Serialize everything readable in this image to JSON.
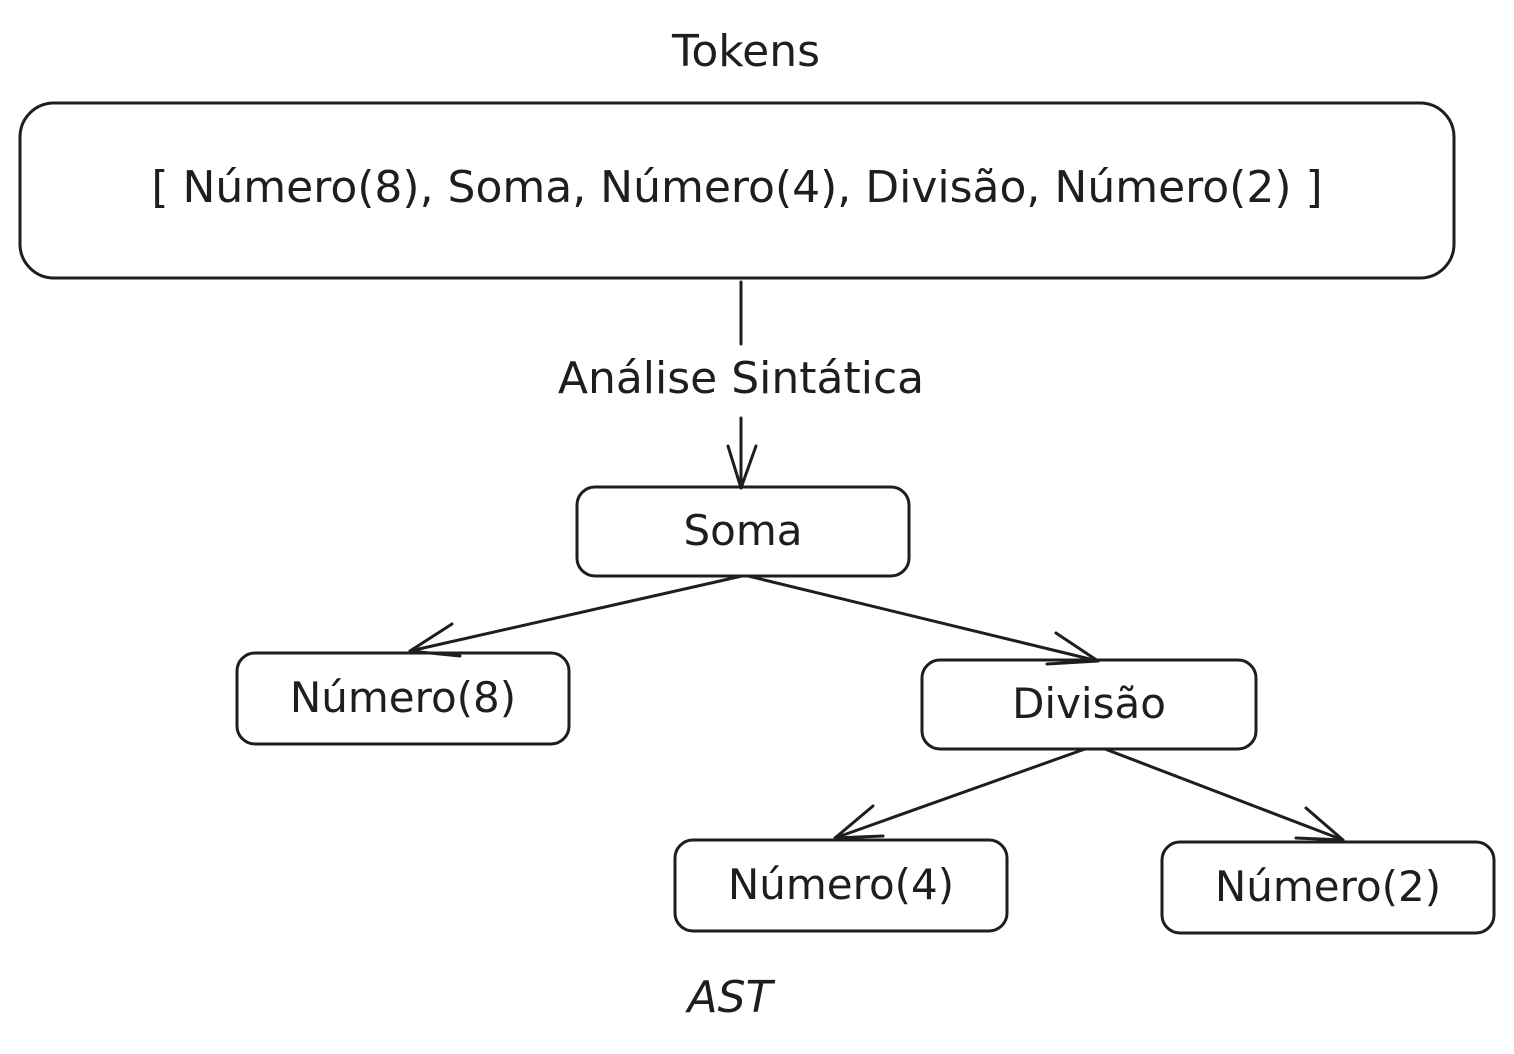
{
  "labels": {
    "tokens_title": "Tokens",
    "analysis_step": "Análise Sintática",
    "ast_caption": "AST"
  },
  "tokens_list": "[ Número(8), Soma, Número(4), Divisão, Número(2) ]",
  "tree": {
    "root": "Soma",
    "left_leaf": "Número(8)",
    "right_child": "Divisão",
    "right_left_leaf": "Número(4)",
    "right_right_leaf": "Número(2)"
  },
  "colors": {
    "stroke": "#1e1e1e",
    "background": "#ffffff"
  }
}
